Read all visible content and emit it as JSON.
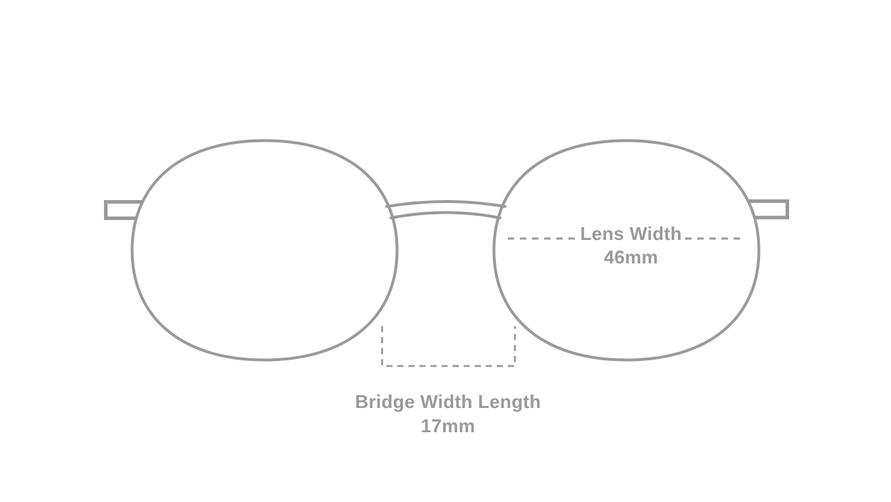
{
  "canvas": {
    "background": "#ffffff"
  },
  "diagram": {
    "stroke_color": "#9a9a9a",
    "label_color": "#999999",
    "lens_width": {
      "label": "Lens Width",
      "value": "46mm"
    },
    "bridge_width": {
      "label": "Bridge Width Length",
      "value": "17mm"
    }
  }
}
